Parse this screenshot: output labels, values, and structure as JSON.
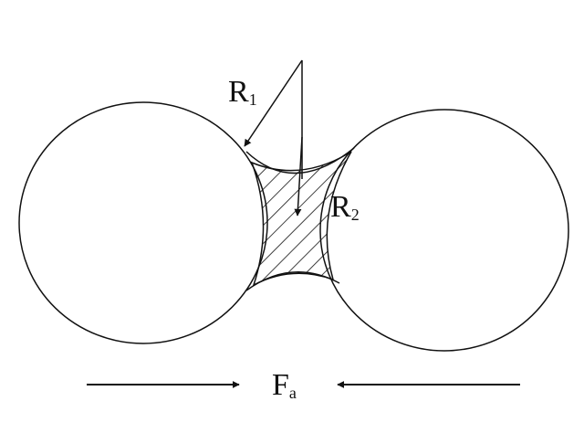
{
  "labels": {
    "r1_main": "R",
    "r1_sub": "1",
    "r2_main": "R",
    "r2_sub": "2",
    "force_main": "F",
    "force_sub": "a"
  },
  "colors": {
    "ink": "#111111",
    "background": "#ffffff"
  }
}
